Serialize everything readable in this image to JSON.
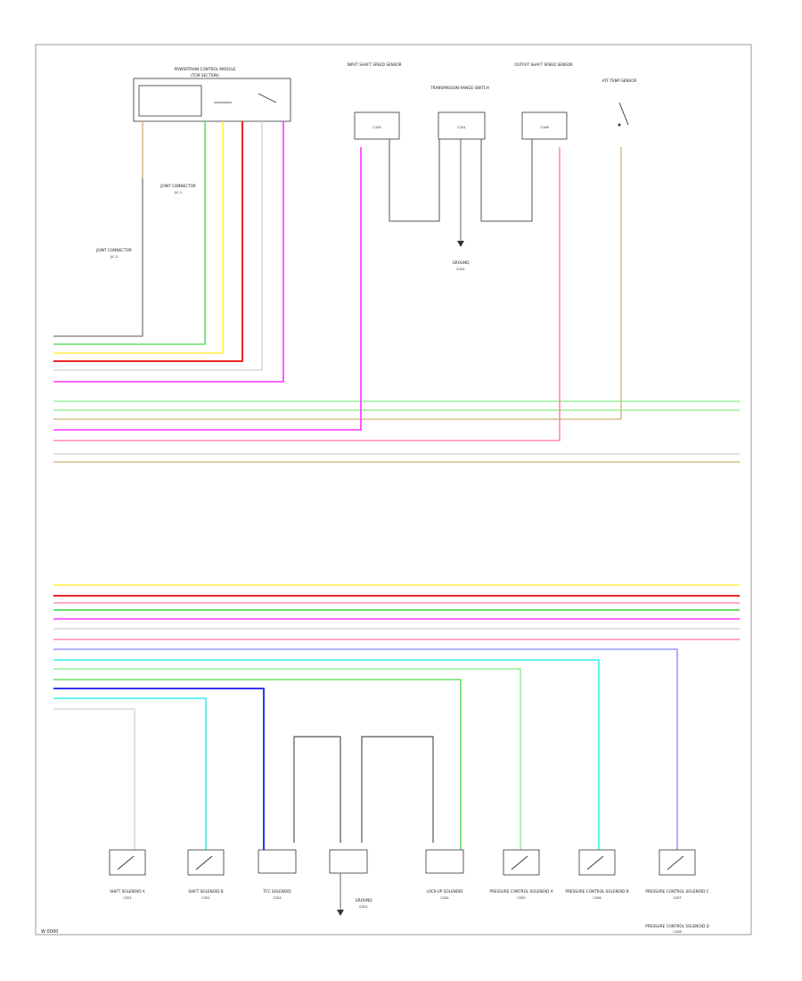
{
  "diagram": {
    "footer_code": "W 0000",
    "wire_colors": {
      "GRN": "#66dd66",
      "LT GRN": "#99ee99",
      "YEL": "#ffee44",
      "RED": "#ee2222",
      "PNK": "#ff88bb",
      "WHT": "#d8d8d8",
      "VIO": "#ff33ff",
      "TAN": "#d4c08a",
      "BLU": "#3333ee",
      "LT BLU": "#33eeee",
      "PUR": "#9999ff",
      "BLK": "#555555"
    },
    "components": {
      "tcm": {
        "title": "POWERTRAIN CONTROL MODULE",
        "subtitle": "(TCM SECTION)"
      },
      "input_sensor": {
        "title": "INPUT SHAFT SPEED SENSOR",
        "code": "C105"
      },
      "range_switch": {
        "title": "TRANSMISSION RANGE SWITCH",
        "code": "C101"
      },
      "output_sensor": {
        "title": "OUTPUT SHAFT SPEED SENSOR",
        "code": "C106"
      },
      "temp_sensor": {
        "title": "ATF TEMP SENSOR"
      },
      "ground_top": {
        "title": "GROUND",
        "code": "G101"
      },
      "junction_a": {
        "title": "JOINT CONNECTOR",
        "code": "J/C-1"
      },
      "junction_b": {
        "title": "JOINT CONNECTOR",
        "code": "J/C-2"
      },
      "shift_sol_a": {
        "title": "SHIFT SOLENOID A",
        "code": "C201"
      },
      "shift_sol_b": {
        "title": "SHIFT SOLENOID B",
        "code": "C202"
      },
      "tcc_sol": {
        "title": "TCC SOLENOID",
        "code": "C203"
      },
      "ground_bottom": {
        "title": "GROUND",
        "code": "G201"
      },
      "lockup_sol": {
        "title": "LOCK-UP SOLENOID",
        "code": "C204"
      },
      "pressure_sol_1": {
        "title": "PRESSURE CONTROL SOLENOID A",
        "code": "C205"
      },
      "pressure_sol_2": {
        "title": "PRESSURE CONTROL SOLENOID B",
        "code": "C206"
      },
      "pressure_sol_3": {
        "title": "PRESSURE CONTROL SOLENOID C",
        "code": "C207"
      },
      "pressure_sol_4": {
        "title": "PRESSURE CONTROL SOLENOID D",
        "code": "C208"
      }
    }
  }
}
